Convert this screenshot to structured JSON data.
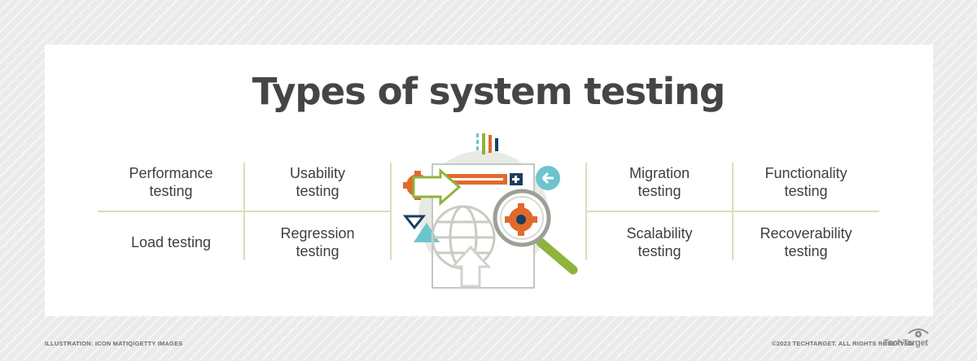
{
  "title": "Types of system testing",
  "left_grid": {
    "top_left": "Performance\ntesting",
    "top_right": "Usability\ntesting",
    "bottom_left": "Load testing",
    "bottom_right": "Regression\ntesting"
  },
  "right_grid": {
    "top_left": "Migration\ntesting",
    "top_right": "Functionality\ntesting",
    "bottom_left": "Scalability\ntesting",
    "bottom_right": "Recoverability\ntesting"
  },
  "footer": {
    "credit": "ILLUSTRATION: ICON MATIQ/GETTY IMAGES",
    "copyright": "©2023 TECHTARGET. ALL RIGHTS RESERVED",
    "brand": "TechTarget"
  },
  "colors": {
    "title": "#454545",
    "divider": "#d2e2b6",
    "orange": "#e06a2c",
    "teal": "#6cc4cf",
    "navy": "#1c3d63",
    "green": "#8fb33c"
  },
  "icons": {
    "illustration": "system-testing-illustration",
    "brand": "techtarget-logo-icon"
  }
}
